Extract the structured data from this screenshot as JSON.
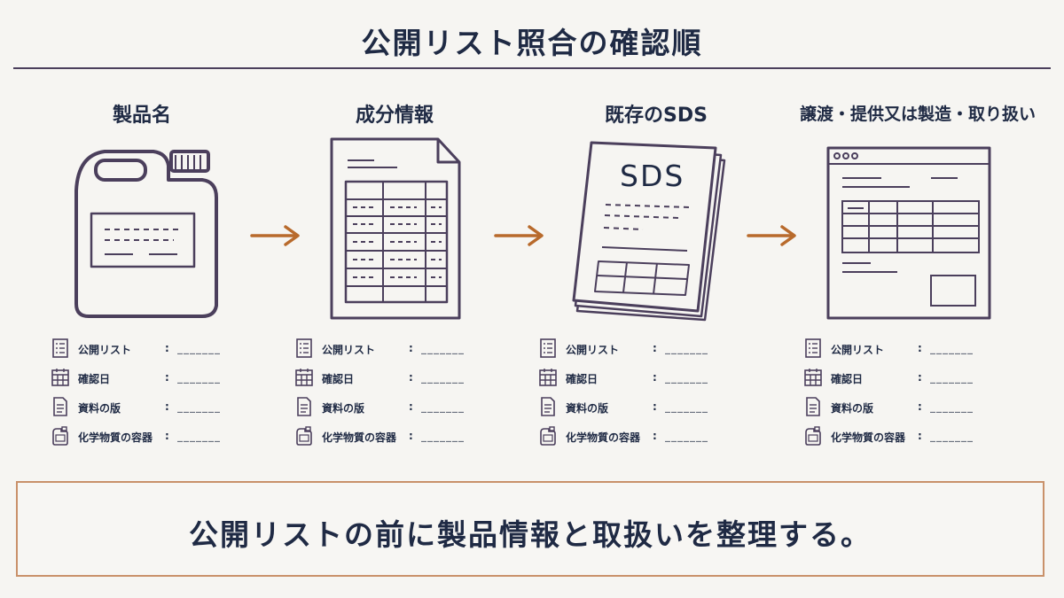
{
  "title": "公開リスト照合の確認順",
  "colors": {
    "ink": "#1f2a44",
    "outline": "#4b3f5c",
    "arrow": "#b86a2c",
    "box_border": "#c9916a"
  },
  "steps": [
    {
      "title": "製品名",
      "icon": "jerry-can"
    },
    {
      "title": "成分情報",
      "icon": "ingredient-table-document"
    },
    {
      "title": "既存のSDS",
      "icon": "sds-document-stack",
      "doc_label": "SDS"
    },
    {
      "title": "譲渡・提供又は製造・取り扱い",
      "icon": "browser-window-form"
    }
  ],
  "info_fields": [
    {
      "icon": "list-icon",
      "label": "公開リスト",
      "colon": ":",
      "blank": "_______"
    },
    {
      "icon": "calendar-icon",
      "label": "確認日",
      "colon": ":",
      "blank": "_______"
    },
    {
      "icon": "document-icon",
      "label": "資料の版",
      "colon": ":",
      "blank": "_______"
    },
    {
      "icon": "container-icon",
      "label": "化学物質の容器",
      "colon": ":",
      "blank": "_______"
    }
  ],
  "note": "公開リストの前に製品情報と取扱いを整理する。"
}
